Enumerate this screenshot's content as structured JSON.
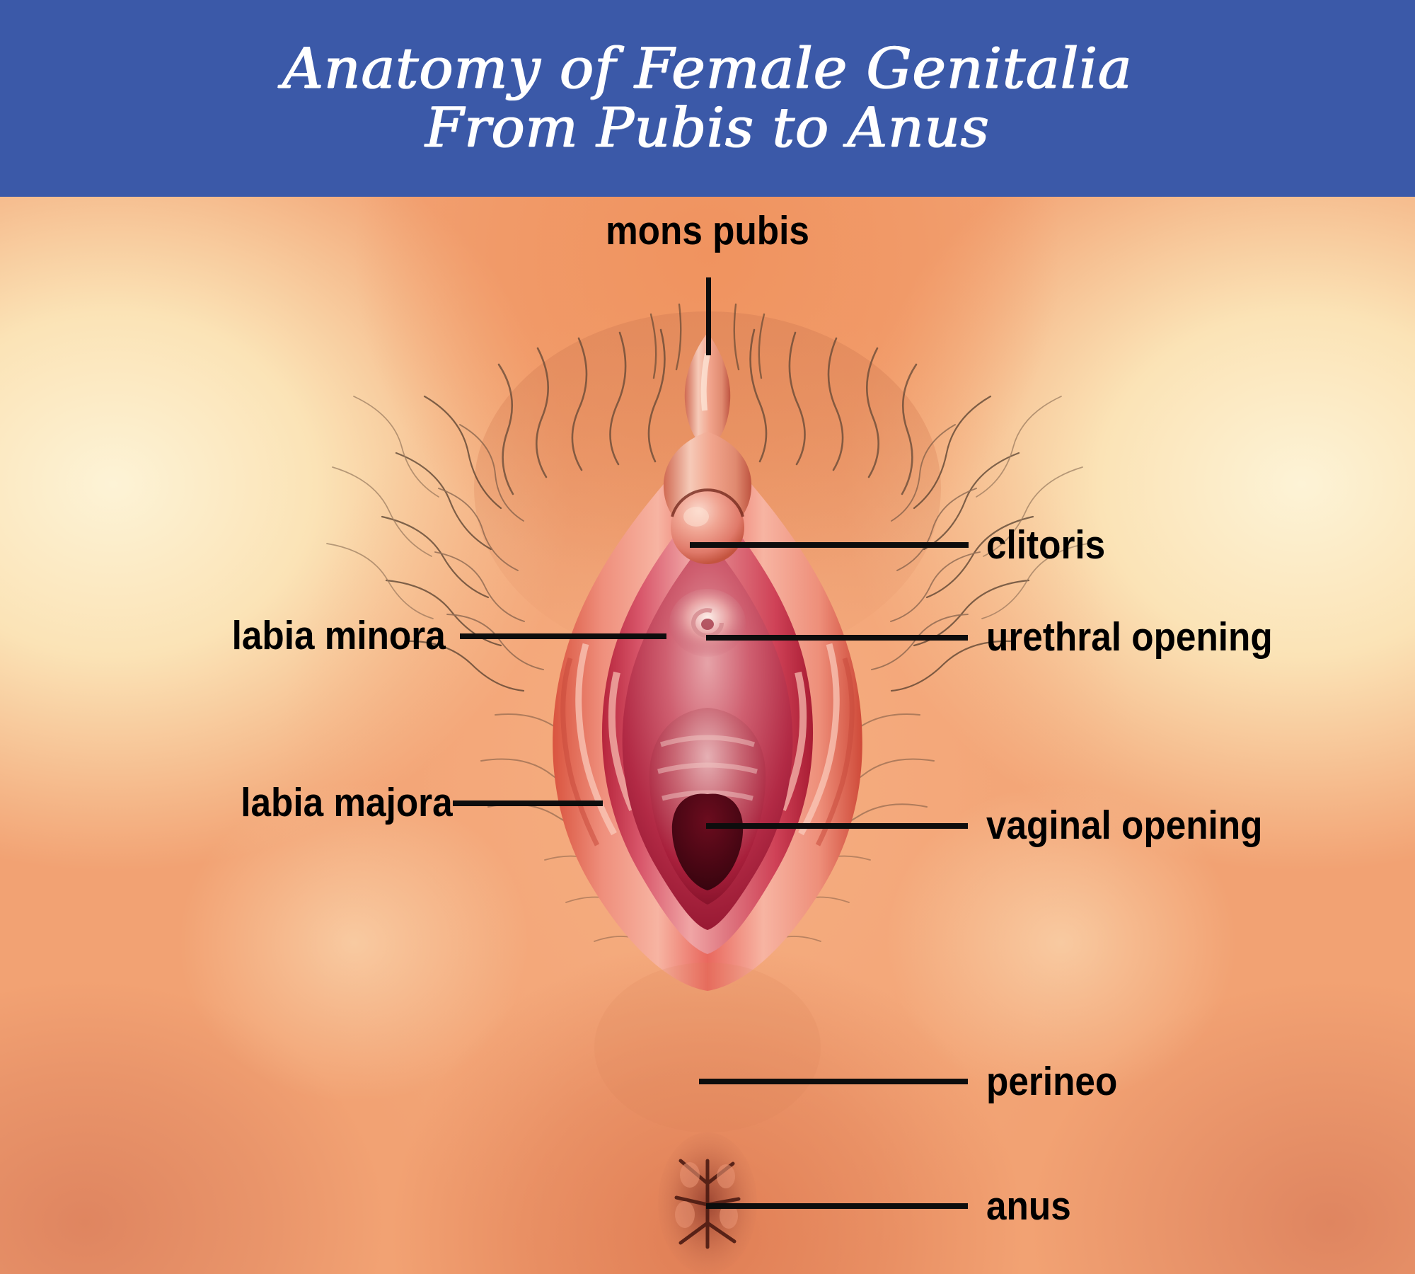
{
  "banner": {
    "background_color": "#3b59a8",
    "text_color": "#ffffff",
    "title_line1": "Anatomy of Female Genitalia",
    "title_line2": "From Pubis to Anus"
  },
  "palette": {
    "skin_light": "#fdf3d6",
    "skin_mid": "#f6b084",
    "skin_deep": "#e07d54",
    "tissue_pink": "#ef8d85",
    "tissue_red": "#c9304a",
    "tissue_dark": "#8d1428",
    "leader_line": "#0d0d0d"
  },
  "diagram": {
    "title": "Anatomy of Female Genitalia From Pubis to Anus",
    "type": "anatomical-illustration",
    "view": "external female genitalia, anterior-inferior view",
    "subject": "vulva and perineum"
  },
  "labels": [
    {
      "id": "mons-pubis",
      "text": "mons pubis",
      "side": "top",
      "leader": "vertical"
    },
    {
      "id": "clitoris",
      "text": "clitoris",
      "side": "right",
      "leader": "horizontal"
    },
    {
      "id": "labia-minora",
      "text": "labia minora",
      "side": "left",
      "leader": "horizontal"
    },
    {
      "id": "urethral-opening",
      "text": "urethral opening",
      "side": "right",
      "leader": "horizontal"
    },
    {
      "id": "labia-majora",
      "text": "labia majora",
      "side": "left",
      "leader": "horizontal"
    },
    {
      "id": "vaginal-opening",
      "text": "vaginal opening",
      "side": "right",
      "leader": "horizontal"
    },
    {
      "id": "perineo",
      "text": "perineo",
      "side": "right",
      "leader": "horizontal"
    },
    {
      "id": "anus",
      "text": "anus",
      "side": "right",
      "leader": "horizontal"
    }
  ]
}
